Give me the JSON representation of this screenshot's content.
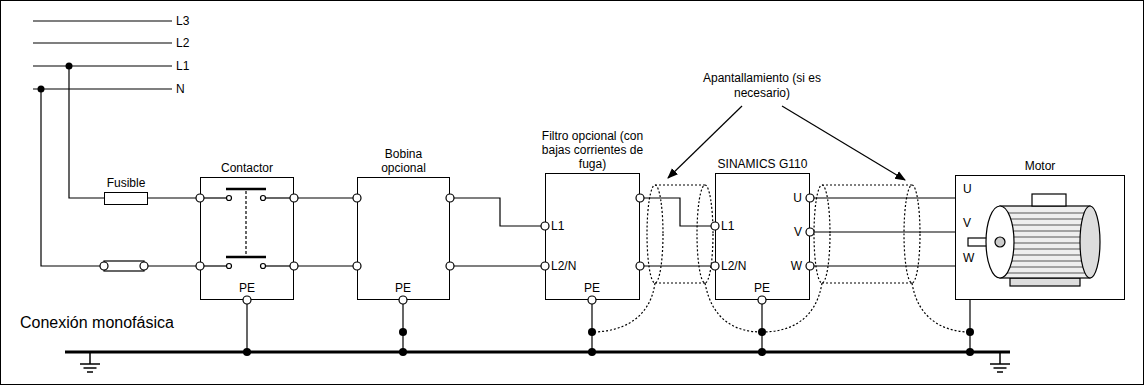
{
  "diagram": {
    "nodes": [
      {
        "text": [
          "Fusible"
        ]
      },
      {
        "text": [
          "Contactor"
        ]
      },
      {
        "text": [
          "Bobina opcional"
        ]
      },
      {
        "text": [
          "Filtro opcional (con bajas corrientes de fuga)"
        ]
      },
      {
        "text": [
          "SINAMICS G110"
        ]
      },
      {
        "text": [
          "Motor"
        ]
      }
    ],
    "edges": [
      {
        "from": 0,
        "to": 1,
        "arrow": "none"
      },
      {
        "from": 1,
        "to": 2,
        "arrow": "none"
      },
      {
        "from": 1,
        "to": 2,
        "arrow": "none"
      },
      {
        "from": 2,
        "to": 3,
        "arrow": "none"
      },
      {
        "from": 2,
        "to": 3,
        "arrow": "none"
      },
      {
        "from": 3,
        "to": 4,
        "arrow": "none"
      },
      {
        "from": 3,
        "to": 4,
        "arrow": "none"
      },
      {
        "from": 4,
        "to": 5,
        "arrow": "none"
      },
      {
        "from": 4,
        "to": 5,
        "arrow": "none"
      },
      {
        "from": 4,
        "to": 5,
        "arrow": "none"
      }
    ],
    "labels": [
      "L3",
      "L2",
      "L1",
      "N",
      "Apantallamiento (si es necesario)",
      "PE",
      "PE",
      "L1",
      "L2/N",
      "PE",
      "L1",
      "L2/N",
      "U",
      "V",
      "W",
      "PE",
      "U",
      "V",
      "W",
      "Conexión monofásica"
    ]
  }
}
